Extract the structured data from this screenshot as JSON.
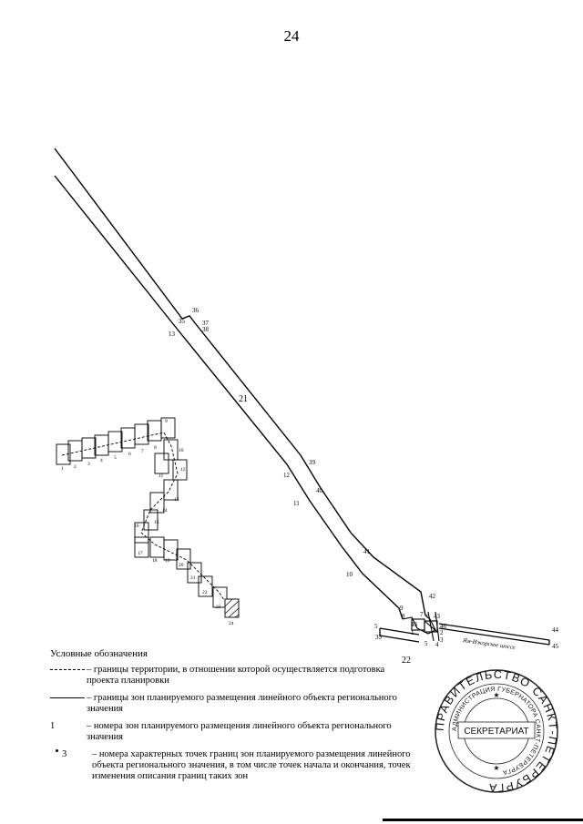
{
  "page_number": "24",
  "map": {
    "road_label": "Ям-Ижорское шоссе",
    "corridor_zone_labels": [
      "21",
      "22"
    ],
    "point_labels": [
      "36",
      "35",
      "37",
      "38",
      "13",
      "39",
      "12",
      "40",
      "11",
      "41",
      "10",
      "42",
      "9",
      "8",
      "43",
      "7",
      "6",
      "5",
      "4",
      "3",
      "2",
      "1",
      "44",
      "45",
      "46"
    ],
    "inset_zone_labels": [
      "1",
      "2",
      "3",
      "4",
      "5",
      "6",
      "7",
      "8",
      "9",
      "10",
      "11",
      "12",
      "13",
      "14",
      "15",
      "16",
      "17",
      "18",
      "19",
      "20",
      "21",
      "22",
      "23",
      "24"
    ]
  },
  "legend": {
    "title": "Условные обозначения",
    "items": [
      {
        "symbol": "dashed-line",
        "text": "– границы территории, в отношении которой осуществляется подготовка проекта планировки"
      },
      {
        "symbol": "solid-line",
        "text": "– границы зон планируемого размещения линейного объекта регионального значения"
      },
      {
        "symbol_text": "1",
        "text": "– номера зон планируемого размещения линейного объекта регионального значения"
      },
      {
        "symbol_text": "3",
        "text": "– номера характерных точек границ зон планируемого размещения линейного объекта регионального значения, в том числе точек начала и окончания, точек изменения описания границ таких зон"
      }
    ]
  },
  "stamp": {
    "outer_text": "ПРАВИТЕЛЬСТВО САНКТ-ПЕТЕРБУРГА",
    "inner_text": "АДМИНИСТРАЦИЯ ГУБЕРНАТОРА САНКТ-ПЕТЕРБУРГА",
    "center_text": "СЕКРЕТАРИАТ"
  }
}
